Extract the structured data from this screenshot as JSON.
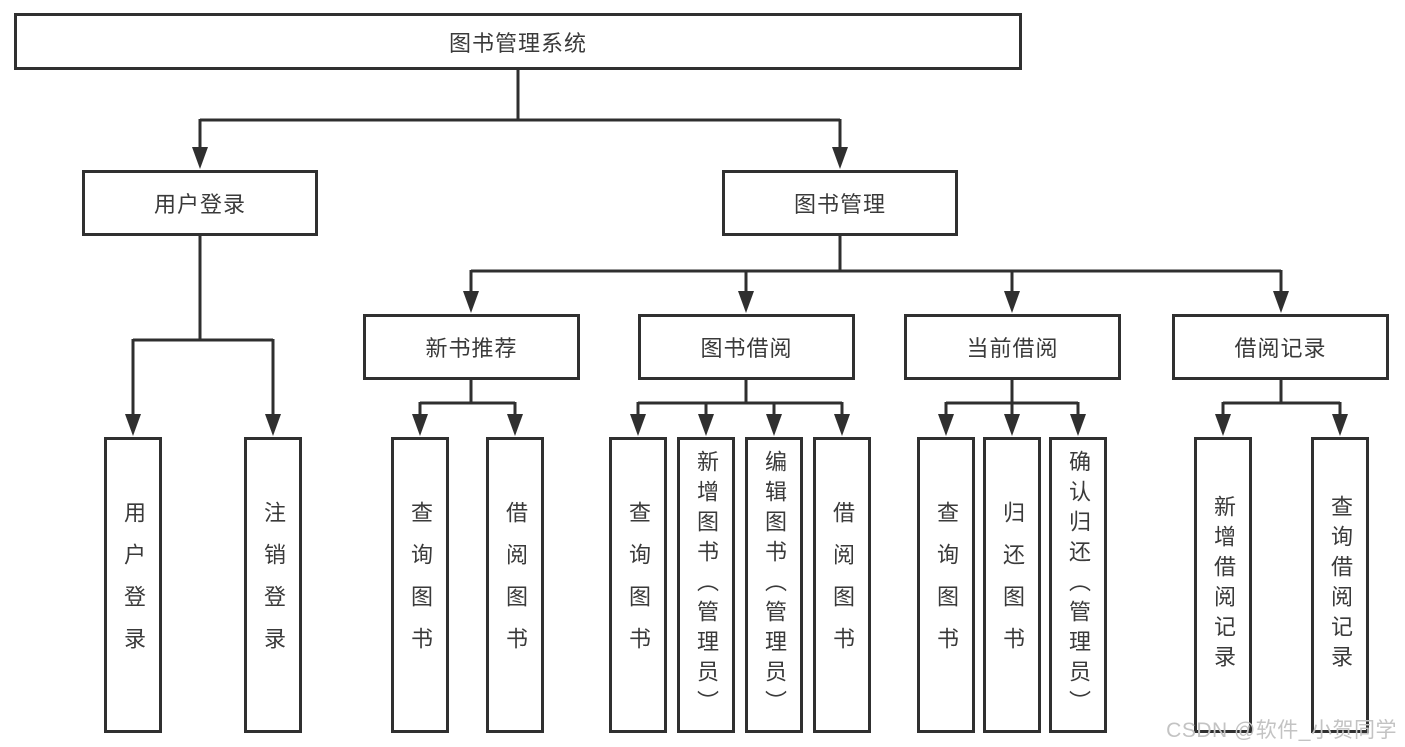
{
  "colors": {
    "line": "#2f2f2f",
    "box_border": "#303030",
    "text": "#3a3a3a",
    "watermark_text": "#c3c3c3",
    "background": "#ffffff"
  },
  "watermark": {
    "text": "CSDN @软件_小贺同学"
  },
  "diagram": {
    "type": "hierarchy-tree",
    "nodes": {
      "root": {
        "label": "图书管理系统"
      },
      "level2": [
        {
          "label": "用户登录",
          "parent": "图书管理系统"
        },
        {
          "label": "图书管理",
          "parent": "图书管理系统"
        }
      ],
      "level3": [
        {
          "label": "新书推荐",
          "parent": "图书管理"
        },
        {
          "label": "图书借阅",
          "parent": "图书管理"
        },
        {
          "label": "当前借阅",
          "parent": "图书管理"
        },
        {
          "label": "借阅记录",
          "parent": "图书管理"
        }
      ],
      "leaves": [
        {
          "label": "用户登录",
          "parent": "用户登录"
        },
        {
          "label": "注销登录",
          "parent": "用户登录"
        },
        {
          "label": "查询图书",
          "parent": "新书推荐"
        },
        {
          "label": "借阅图书",
          "parent": "新书推荐"
        },
        {
          "label": "查询图书",
          "parent": "图书借阅"
        },
        {
          "label": "新增图书（管理员）",
          "parent": "图书借阅"
        },
        {
          "label": "编辑图书（管理员）",
          "parent": "图书借阅"
        },
        {
          "label": "借阅图书",
          "parent": "图书借阅"
        },
        {
          "label": "查询图书",
          "parent": "当前借阅"
        },
        {
          "label": "归还图书",
          "parent": "当前借阅"
        },
        {
          "label": "确认归还（管理员）",
          "parent": "当前借阅"
        },
        {
          "label": "新增借阅记录",
          "parent": "借阅记录"
        },
        {
          "label": "查询借阅记录",
          "parent": "借阅记录"
        }
      ]
    }
  }
}
